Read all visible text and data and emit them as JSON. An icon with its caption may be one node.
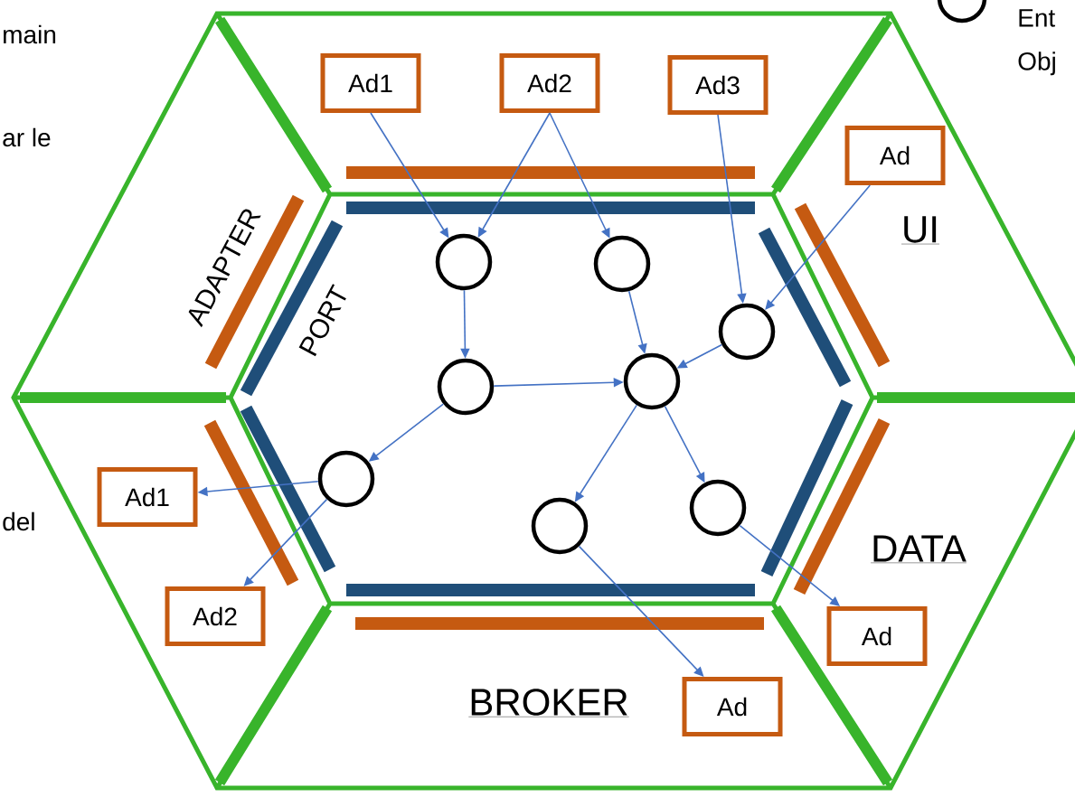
{
  "diagram": {
    "nodes": [
      {
        "text": [
          "Ad1"
        ]
      },
      {
        "text": [
          "Ad2"
        ]
      },
      {
        "text": [
          "Ad3"
        ]
      },
      {
        "text": [
          "Ad"
        ]
      },
      {
        "text": [
          "Ad1"
        ]
      },
      {
        "text": [
          "Ad2"
        ]
      },
      {
        "text": [
          "Ad"
        ]
      },
      {
        "text": [
          "Ad"
        ]
      },
      {
        "text": [],
        "shape": "circle"
      },
      {
        "text": [],
        "shape": "circle"
      },
      {
        "text": [],
        "shape": "circle"
      },
      {
        "text": [],
        "shape": "circle"
      },
      {
        "text": [],
        "shape": "circle"
      },
      {
        "text": [],
        "shape": "circle"
      },
      {
        "text": [],
        "shape": "circle"
      },
      {
        "text": [],
        "shape": "circle"
      }
    ],
    "edges": [
      {
        "from": 0,
        "to": 8,
        "arrow": "to"
      },
      {
        "from": 1,
        "to": 8,
        "arrow": "to"
      },
      {
        "from": 1,
        "to": 9,
        "arrow": "to"
      },
      {
        "from": 2,
        "to": 10,
        "arrow": "to"
      },
      {
        "from": 3,
        "to": 10,
        "arrow": "to"
      },
      {
        "from": 8,
        "to": 11,
        "arrow": "to"
      },
      {
        "from": 9,
        "to": 12,
        "arrow": "to"
      },
      {
        "from": 10,
        "to": 12,
        "arrow": "to"
      },
      {
        "from": 11,
        "to": 12,
        "arrow": "to"
      },
      {
        "from": 11,
        "to": 13,
        "arrow": "to"
      },
      {
        "from": 13,
        "to": 4,
        "arrow": "to"
      },
      {
        "from": 13,
        "to": 5,
        "arrow": "to"
      },
      {
        "from": 12,
        "to": 15,
        "arrow": "to"
      },
      {
        "from": 12,
        "to": 14,
        "arrow": "to"
      },
      {
        "from": 14,
        "to": 6,
        "arrow": "to"
      },
      {
        "from": 15,
        "to": 7,
        "arrow": "to"
      }
    ],
    "labels": [
      "main",
      "ar le",
      "ADAPTER",
      "PORT",
      "UI",
      "del",
      "DATA",
      "BROKER"
    ],
    "legend": [
      {
        "text": "Ent Obj"
      }
    ]
  }
}
